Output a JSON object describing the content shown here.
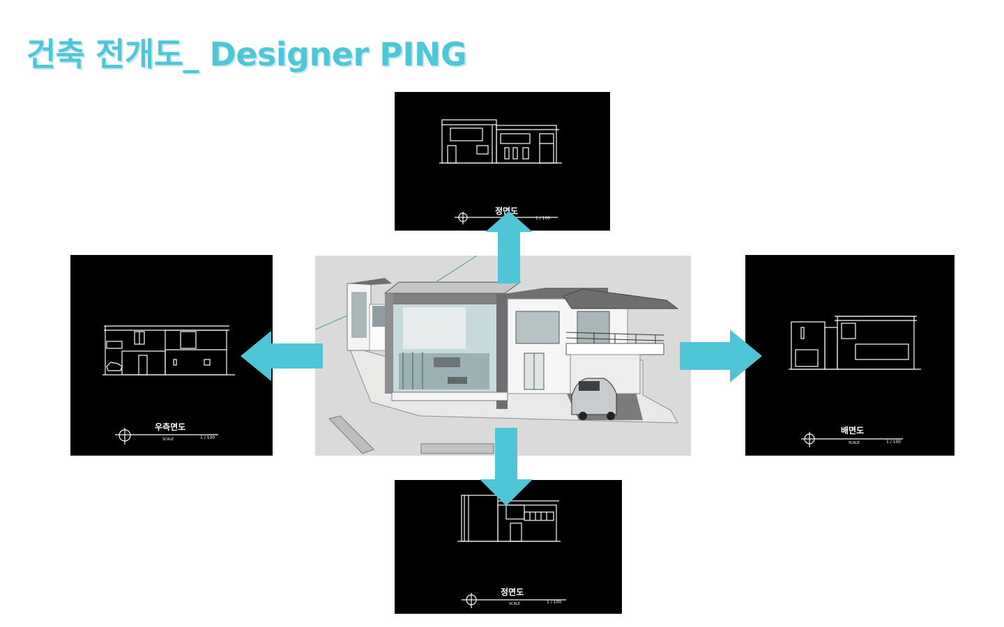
{
  "title": "건축 전개도_ Designer PING",
  "colors": {
    "accent": "#4fc6d7",
    "panel_bg": "#000000",
    "line": "#ffffff",
    "model_bg": "#d9dad9"
  },
  "panels": {
    "top": {
      "label": "정면도",
      "ratio": "1  /  100"
    },
    "left": {
      "label": "우측면도",
      "scale": "SCALE",
      "ratio": "1  /  100"
    },
    "right": {
      "label": "배면도",
      "scale": "SCALE",
      "ratio": "1  /  100"
    },
    "bottom": {
      "label": "정면도",
      "scale": "SCALE",
      "ratio": "1  /  100"
    }
  },
  "icons": {
    "arrows": [
      "arrow-up-icon",
      "arrow-down-icon",
      "arrow-left-icon",
      "arrow-right-icon"
    ]
  }
}
